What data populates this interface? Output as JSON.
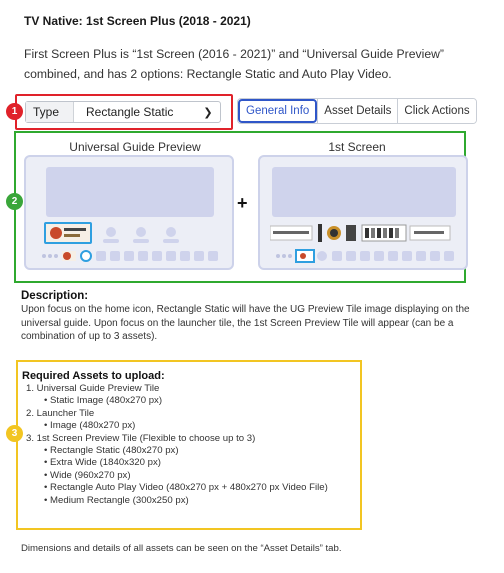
{
  "title": "TV Native: 1st Screen Plus (2018 - 2021)",
  "intro": "First Screen Plus is “1st Screen (2016 - 2021)” and “Universal Guide Preview” combined, and has 2 options: Rectangle Static and Auto Play Video.",
  "type_select": {
    "label": "Type",
    "value": "Rectangle Static"
  },
  "tabs": [
    {
      "label": "General Info",
      "active": true
    },
    {
      "label": "Asset Details",
      "active": false
    },
    {
      "label": "Click Actions",
      "active": false
    }
  ],
  "badges": [
    "1",
    "2",
    "3"
  ],
  "panels": {
    "left_title": "Universal Guide Preview",
    "right_title": "1st Screen",
    "plus": "+"
  },
  "description": {
    "heading": "Description:",
    "text": "Upon focus on the home icon, Rectangle Static will have the UG Preview Tile image displaying on the universal guide. Upon focus on the launcher tile, the 1st Screen Preview Tile will appear (can be a combination of up to 3 assets)."
  },
  "required": {
    "heading": "Required Assets to upload:",
    "items": [
      {
        "text": "1. Universal Guide Preview Tile",
        "sub": [
          "Static Image (480x270 px)"
        ]
      },
      {
        "text": "2. Launcher Tile",
        "sub": [
          "Image (480x270 px)"
        ]
      },
      {
        "text": "3. 1st Screen Preview Tile (Flexible to choose up to 3)",
        "sub": [
          "Rectangle Static (480x270 px)",
          "Extra Wide (1840x320 px)",
          "Wide (960x270 px)",
          "Rectangle Auto Play Video (480x270 px + 480x270 px Video File)",
          "Medium Rectangle (300x250 px)"
        ]
      }
    ]
  },
  "footer": "Dimensions and details of all assets can be seen on the “Asset Details” tab.",
  "colors": {
    "red": "#e0222a",
    "green": "#2fa92f",
    "yellow": "#f2c522",
    "accent": "#2f56c8"
  }
}
